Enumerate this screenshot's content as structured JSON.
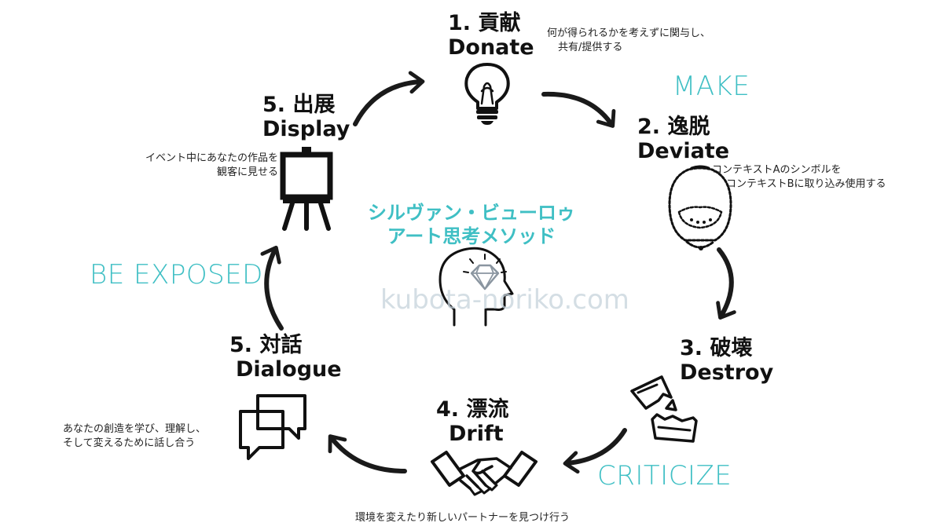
{
  "steps": {
    "donate": {
      "title": "1. 貢献",
      "subtitle": "Donate",
      "desc": [
        "何が得られるかを考えずに関与し、",
        "共有/提供する"
      ]
    },
    "deviate": {
      "title": "2. 逸脱",
      "subtitle": "Deviate",
      "desc": [
        "コンテキストAのシンボルを",
        "コンテキストBに取り込み使用する"
      ]
    },
    "destroy": {
      "title": "3. 破壊",
      "subtitle": "Destroy"
    },
    "drift": {
      "title": "4. 漂流",
      "subtitle": "Drift",
      "desc": [
        "環境を変えたり新しいパートナーを見つけ行う"
      ]
    },
    "dialogue": {
      "title": "5. 対話",
      "subtitle": "Dialogue",
      "desc": [
        "あなたの創造を学び、理解し、",
        "そして変えるために話し合う"
      ]
    },
    "display": {
      "title": "5. 出展",
      "subtitle": "Display",
      "desc": [
        "イベント中にあなたの作品を",
        "観客に見せる"
      ]
    }
  },
  "phases": {
    "make": "MAKE",
    "criticize": "CRITICIZE",
    "be_exposed": "BE EXPOSED"
  },
  "center": {
    "title_line1": "シルヴァン・ビューロゥ",
    "title_line2": "アート思考メソッド",
    "icon": "head-diamond-icon"
  },
  "watermark": "kubota-noriko.com",
  "icons": {
    "donate": "lightbulb-icon",
    "deviate": "urinal-icon",
    "destroy": "torn-paper-icon",
    "drift": "handshake-icon",
    "dialogue": "speech-bubbles-icon",
    "display": "easel-icon"
  },
  "colors": {
    "accent": "#3fbfc4",
    "text": "#111111",
    "arrow": "#1a1a1a",
    "watermark": "#c6d3dc"
  }
}
